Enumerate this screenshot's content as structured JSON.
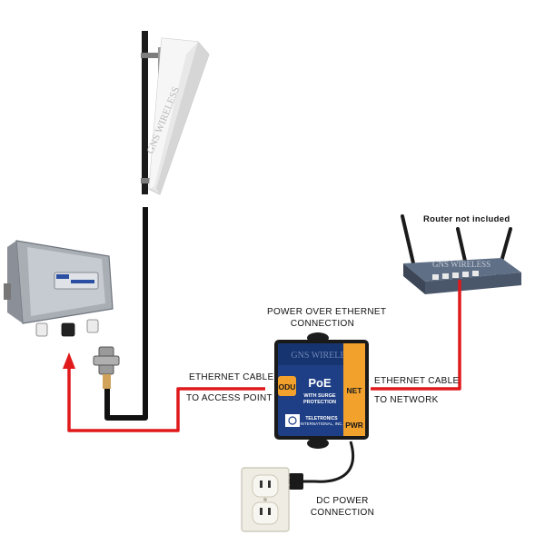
{
  "diagram": {
    "router_note": "Router not included",
    "poe_connection_label": [
      "POWER OVER ETHERNET",
      "CONNECTION"
    ],
    "left_cable_label": [
      "ETHERNET CABLE",
      "TO ACCESS POINT"
    ],
    "right_cable_label": [
      "ETHERNET CABLE",
      "TO NETWORK"
    ],
    "dc_power_label": [
      "DC POWER",
      "CONNECTION"
    ],
    "antenna_watermark": "GNS WIRELESS",
    "router_watermark": "GNS WIRELESS",
    "poe_box": {
      "watermark": "GNS WIRELESS",
      "title": "PoE",
      "subtitle": [
        "WITH SURGE",
        "PROTECTION"
      ],
      "port_odu": "ODU",
      "port_net": "NET",
      "port_pwr": "PWR",
      "brand": [
        "TELETRONICS",
        "INTERNATIONAL, INC."
      ]
    }
  },
  "colors": {
    "cable_red": "#e0191b",
    "cable_black": "#111111",
    "poe_blue": "#1e3f86",
    "poe_orange": "#f2a12c",
    "enclosure_gray": "#9aa0a8"
  }
}
